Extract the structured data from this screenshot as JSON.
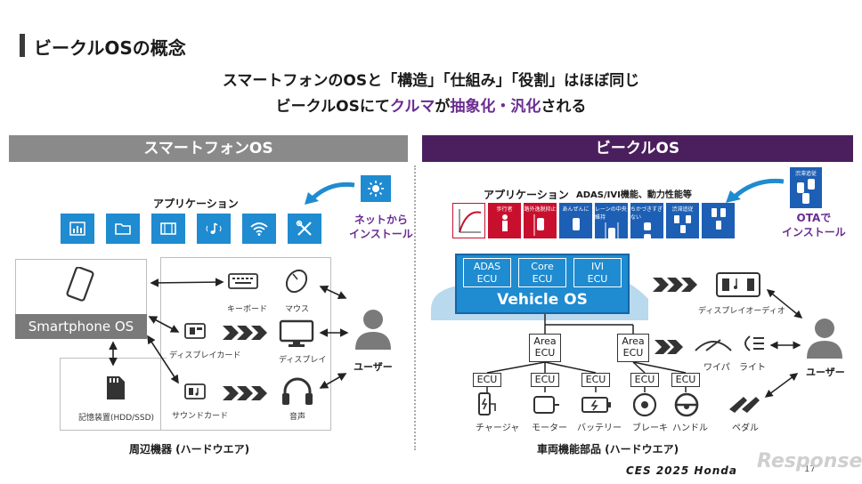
{
  "title": "ビークルOSの概念",
  "subtitle1": "スマートフォンのOSと「構造」「仕組み」「役割」はほぼ同じ",
  "subtitle2": {
    "a": "ビークルOSにて",
    "b": "クルマ",
    "c": "が",
    "d": "抽象化・汎化",
    "e": "される"
  },
  "left": {
    "header": "スマートフォンOS",
    "apps_label": "アプリケーション",
    "install_label": [
      "ネットから",
      "インストール"
    ],
    "app_icons": [
      "chart-icon",
      "folder-icon",
      "film-icon",
      "music-icon",
      "wifi-icon",
      "tools-icon"
    ],
    "os_label": "Smartphone OS",
    "keyboard": "キーボード",
    "mouse": "マウス",
    "display_card": "ディスプレイカード",
    "display": "ディスプレイ",
    "sound_card": "サウンドカード",
    "audio": "音声",
    "storage": "記憶装置(HDD/SSD)",
    "user": "ユーザー",
    "hardware": "周辺機器 (ハードウエア)"
  },
  "right": {
    "header": "ビークルOS",
    "apps_label": "アプリケーション",
    "apps_sub": "ADAS/IVI機能、動力性能等",
    "install_label": [
      "OTAで",
      "インストール"
    ],
    "tiles": [
      {
        "text": "",
        "color": "blue"
      },
      {
        "text": "歩行者",
        "color": "red"
      },
      {
        "text": "路外逸脱抑止",
        "color": "red"
      },
      {
        "text": "あんぜんに",
        "color": "blue"
      },
      {
        "text": "レーンの中央維持",
        "color": "blue"
      },
      {
        "text": "ちかづきすぎない",
        "color": "blue"
      },
      {
        "text": "渋滞追従",
        "color": "blue"
      }
    ],
    "ota_tile": "渋滞追従",
    "adas_ecu": [
      "ADAS",
      "ECU"
    ],
    "core_ecu": [
      "Core",
      "ECU"
    ],
    "ivi_ecu": [
      "IVI",
      "ECU"
    ],
    "vehicle_os": "Vehicle OS",
    "display_audio": "ディスプレイオーディオ",
    "area_ecu": [
      "Area",
      "ECU"
    ],
    "wiper": "ワイパ",
    "light": "ライト",
    "ecu": "ECU",
    "charger": "チャージャ",
    "motor": "モーター",
    "battery": "バッテリー",
    "brake": "ブレーキ",
    "steering": "ハンドル",
    "pedal": "ペダル",
    "user": "ユーザー",
    "hardware": "車両機能部品 (ハードウエア)"
  },
  "footer": "CES 2025  Honda",
  "page": "17",
  "watermark": "Response.",
  "colors": {
    "blue": "#1f8bd0",
    "purple": "#4b1f5e",
    "red": "#c8102e",
    "gray": "#8a8a8a"
  }
}
